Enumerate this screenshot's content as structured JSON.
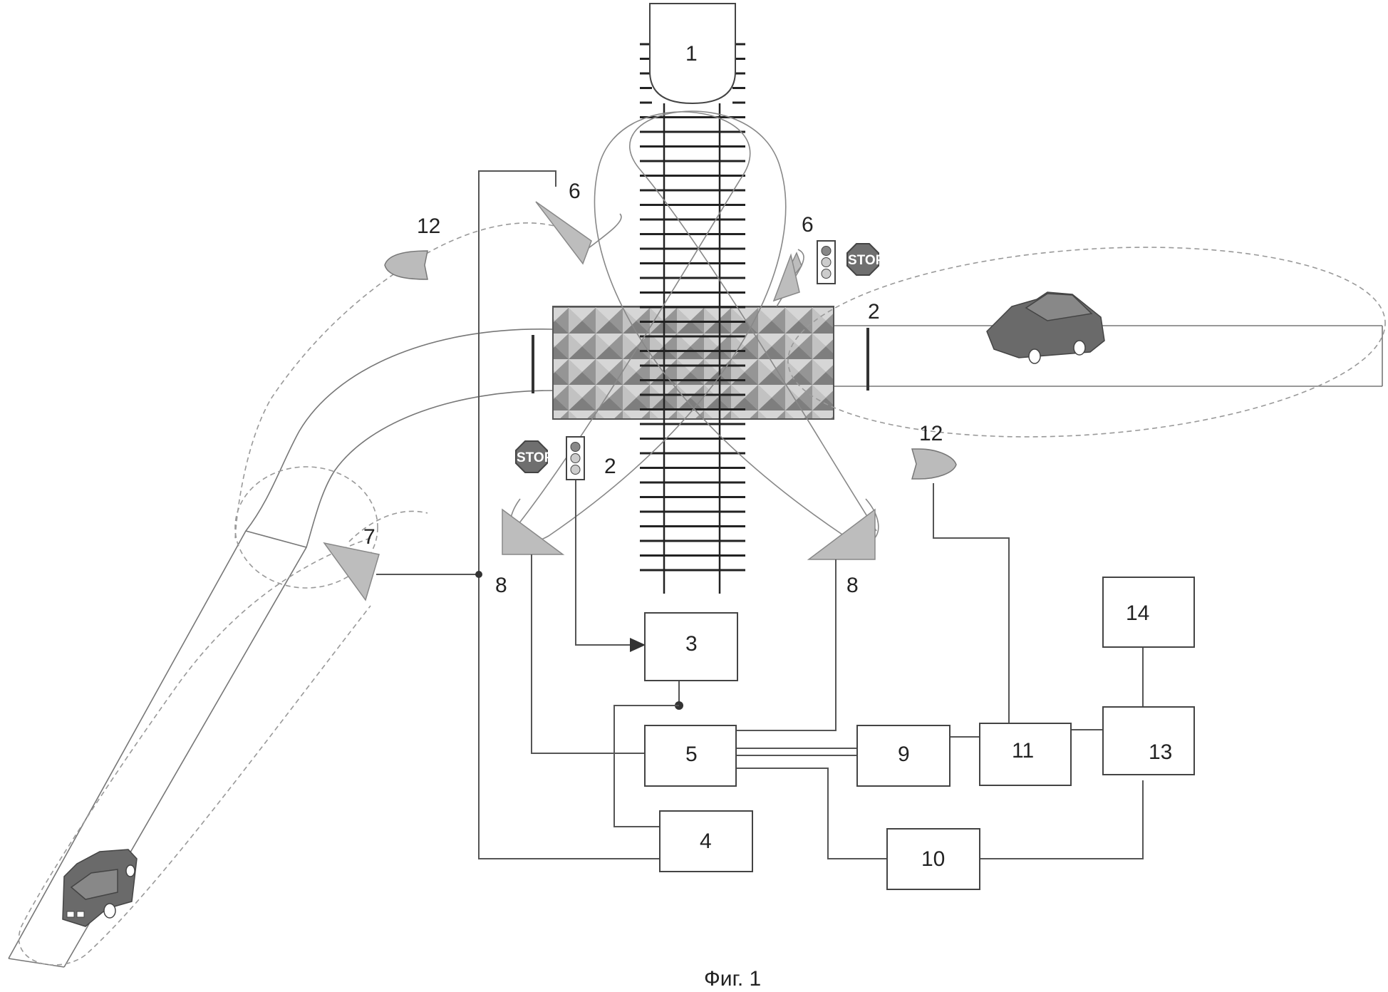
{
  "figure": {
    "caption": "Фиг. 1"
  },
  "labels": {
    "train": "1",
    "barrier_right": "2",
    "barrier_left": "2",
    "unit_3": "3",
    "unit_4": "4",
    "unit_5": "5",
    "sensor_6_left": "6",
    "sensor_6_right": "6",
    "sensor_7": "7",
    "sensor_8_left": "8",
    "sensor_8_right": "8",
    "unit_9": "9",
    "unit_10": "10",
    "unit_11": "11",
    "speaker_12_left": "12",
    "speaker_12_right": "12",
    "unit_13": "13",
    "unit_14": "14"
  },
  "signs": {
    "stop_left": "STOP",
    "stop_right": "STOP"
  },
  "colors": {
    "line": "#555555",
    "crossing_fill": "#b0b0b0",
    "sensor_fill": "#bdbdbd",
    "car_fill": "#6a6a6a"
  },
  "icons": {
    "train": "train-icon",
    "traffic_light": "traffic-light-icon",
    "stop_sign": "stop-sign-icon",
    "speaker": "speaker-icon",
    "car": "car-icon",
    "sensor": "sensor-icon"
  }
}
